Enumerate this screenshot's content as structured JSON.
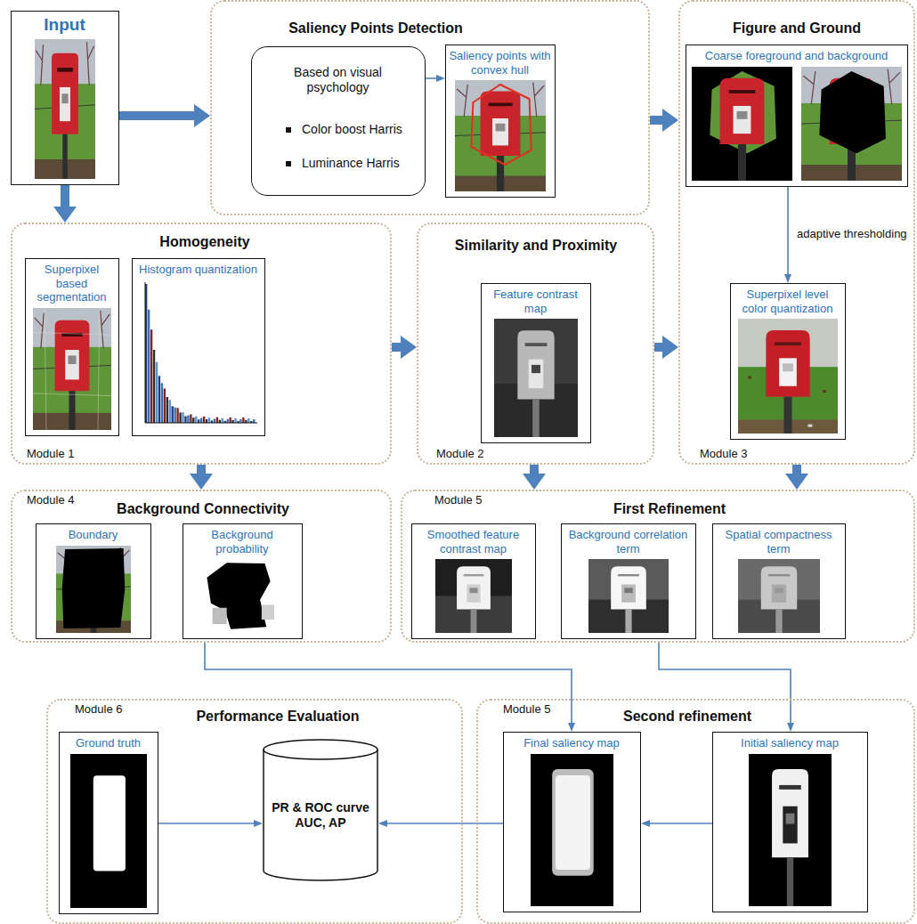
{
  "diagram": {
    "nodes": [
      {
        "text": [
          "Input"
        ]
      },
      {
        "text": [
          "Saliency Points Detection"
        ]
      },
      {
        "text": [
          "Based on visual psychology",
          "Color boost Harris",
          "Luminance Harris"
        ],
        "in": 1
      },
      {
        "text": [
          "Saliency points with convex hull"
        ],
        "in": 1
      },
      {
        "text": [
          "Figure and Ground",
          "Module 3"
        ]
      },
      {
        "text": [
          "Coarse foreground and background"
        ],
        "in": 4
      },
      {
        "text": [
          "Superpixel level color quantization"
        ],
        "in": 4
      },
      {
        "text": [
          "Homogeneity",
          "Module 1"
        ]
      },
      {
        "text": [
          "Superpixel based segmentation"
        ],
        "in": 7
      },
      {
        "text": [
          "Histogram quantization"
        ],
        "in": 7
      },
      {
        "text": [
          "Similarity and Proximity",
          "Module 2"
        ]
      },
      {
        "text": [
          "Feature contrast map"
        ],
        "in": 10
      },
      {
        "text": [
          "Background Connectivity",
          "Module 4"
        ]
      },
      {
        "text": [
          "Boundary"
        ],
        "in": 12
      },
      {
        "text": [
          "Background probability"
        ],
        "in": 12
      },
      {
        "text": [
          "First Refinement",
          "Module 5"
        ]
      },
      {
        "text": [
          "Smoothed feature contrast map"
        ],
        "in": 15
      },
      {
        "text": [
          "Background correlation term"
        ],
        "in": 15
      },
      {
        "text": [
          "Spatial compactness term"
        ],
        "in": 15
      },
      {
        "text": [
          "Performance Evaluation",
          "Module 6"
        ]
      },
      {
        "text": [
          "Ground truth"
        ],
        "in": 19
      },
      {
        "text": [
          "PR & ROC curve AUC, AP"
        ],
        "in": 19
      },
      {
        "text": [
          "Second refinement",
          "Module 5"
        ]
      },
      {
        "text": [
          "Final saliency map"
        ],
        "in": 22
      },
      {
        "text": [
          "Initial saliency map"
        ],
        "in": 22
      }
    ],
    "edges": [
      {
        "from": 0,
        "to": 1,
        "arrow": "to"
      },
      {
        "from": 0,
        "to": 7,
        "arrow": "to"
      },
      {
        "from": 2,
        "to": 3,
        "arrow": "to"
      },
      {
        "from": 1,
        "to": 4,
        "arrow": "to"
      },
      {
        "from": 5,
        "to": 6,
        "label": "adaptive thresholding",
        "arrow": "to"
      },
      {
        "from": 7,
        "to": 10,
        "arrow": "to"
      },
      {
        "from": 10,
        "to": 4,
        "arrow": "to"
      },
      {
        "from": 7,
        "to": 12,
        "arrow": "to"
      },
      {
        "from": 10,
        "to": 15,
        "arrow": "to"
      },
      {
        "from": 4,
        "to": 15,
        "arrow": "to"
      },
      {
        "from": 12,
        "to": 23,
        "arrow": "to"
      },
      {
        "from": 15,
        "to": 24,
        "arrow": "to"
      },
      {
        "from": 24,
        "to": 23,
        "arrow": "to"
      },
      {
        "from": 23,
        "to": 21,
        "arrow": "to"
      },
      {
        "from": 20,
        "to": 21,
        "arrow": "to"
      }
    ]
  }
}
